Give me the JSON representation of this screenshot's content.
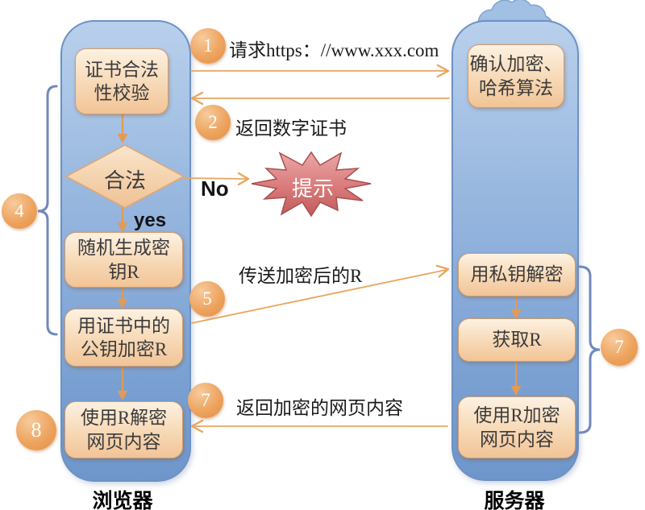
{
  "browser": {
    "label": "浏览器",
    "box1": {
      "line1": "证书合法",
      "line2": "性校验"
    },
    "decision": {
      "label": "合法",
      "yes": "yes",
      "no": "No"
    },
    "box2": {
      "line1": "随机生成密",
      "line2": "钥R"
    },
    "box3": {
      "line1": "用证书中的",
      "line2": "公钥加密R"
    },
    "box4": {
      "line1": "使用R解密",
      "line2": "网页内容"
    }
  },
  "server": {
    "label": "服务器",
    "box1": {
      "line1": "确认加密、",
      "line2": "哈希算法"
    },
    "box2": {
      "label": "用私钥解密"
    },
    "box3": {
      "label": "获取R"
    },
    "box4": {
      "line1": "使用R加密",
      "line2": "网页内容"
    }
  },
  "alert": {
    "label": "提示"
  },
  "messages": {
    "m1": {
      "badge": "1",
      "text": "请求https：//www.xxx.com"
    },
    "m2": {
      "badge": "2",
      "text": "返回数字证书"
    },
    "m5": {
      "badge": "5",
      "text": "传送加密后的R"
    },
    "m7": {
      "badge": "7",
      "text": "返回加密的网页内容"
    }
  },
  "badges": {
    "left_group": "4",
    "right_group": "7",
    "browser_final": "8"
  },
  "colors": {
    "pillar_top": "#b9d0ec",
    "pillar_bottom": "#6e96cb",
    "node_fill_top": "#fdf1e1",
    "node_fill_bottom": "#f2c496",
    "node_border": "#d39b69",
    "badge_orange": "#e8964b",
    "arrow_orange": "#e6a160",
    "brace_blue": "#7088bd",
    "alert_red": "#cc6666",
    "cloud_blue": "#a2c0e4"
  }
}
